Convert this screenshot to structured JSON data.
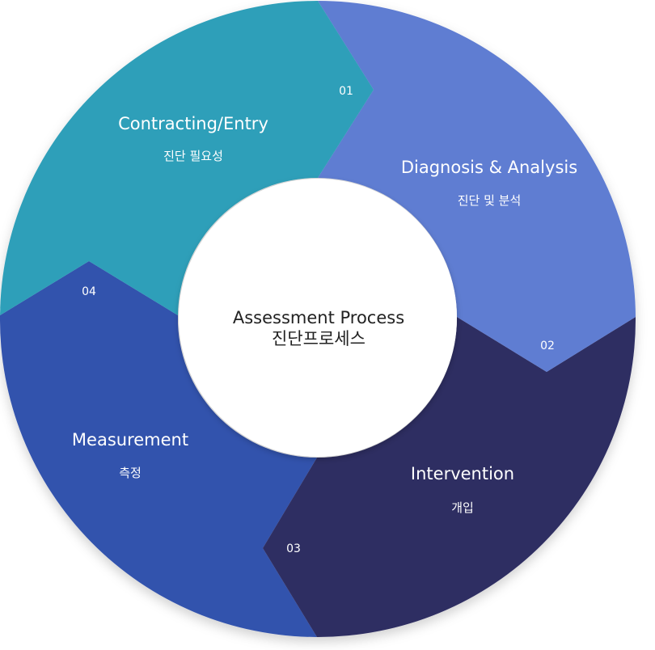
{
  "center": {
    "title": "Assessment Process",
    "subtitle": "진단프로세스"
  },
  "segments": [
    {
      "number": "01",
      "title": "Contracting/Entry",
      "subtitle": "진단 필요성",
      "color": "#2e9fb9"
    },
    {
      "number": "02",
      "title": "Diagnosis & Analysis",
      "subtitle": "진단 및 분석",
      "color": "#5f7dd2"
    },
    {
      "number": "03",
      "title": "Intervention",
      "subtitle": "개입",
      "color": "#2f2e62"
    },
    {
      "number": "04",
      "title": "Measurement",
      "subtitle": "측정",
      "color": "#3352ad"
    }
  ]
}
